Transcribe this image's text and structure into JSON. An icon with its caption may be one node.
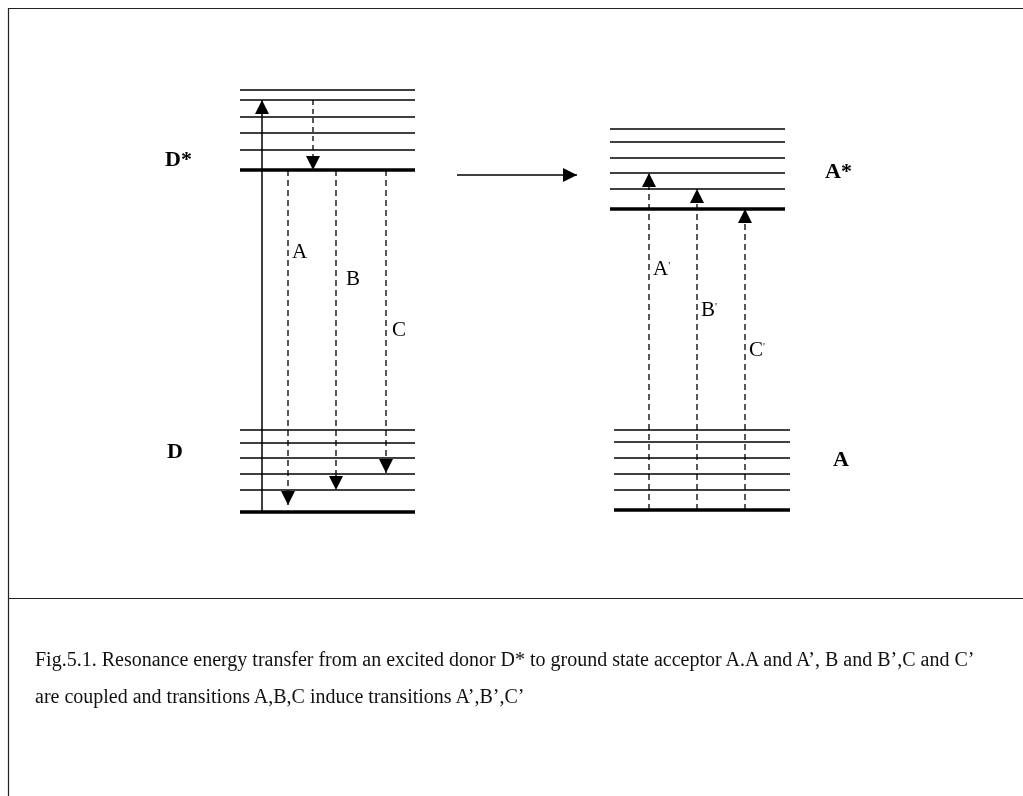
{
  "diagram": {
    "caption": "Fig.5.1. Resonance energy transfer from an excited donor D* to ground state acceptor A.A and A’, B and B’,C and C’ are coupled and transitions A,B,C induce transitions A’,B’,C’",
    "nodes": [
      {
        "text": [
          "D*"
        ]
      },
      {
        "text": [
          "D"
        ]
      },
      {
        "text": [
          "A*"
        ]
      },
      {
        "text": [
          "A"
        ]
      }
    ],
    "edges": [
      {
        "from": 1,
        "to": 0,
        "arrow": "to"
      },
      {
        "from": 0,
        "to": 1,
        "arrow": "to",
        "label": "A",
        "style": "dashed"
      },
      {
        "from": 0,
        "to": 1,
        "arrow": "to",
        "label": "B",
        "style": "dashed"
      },
      {
        "from": 0,
        "to": 1,
        "arrow": "to",
        "label": "C",
        "style": "dashed"
      },
      {
        "from": 0,
        "to": 2,
        "arrow": "to"
      },
      {
        "from": 3,
        "to": 2,
        "arrow": "to",
        "label": "A$^{'}$",
        "style": "dashed"
      },
      {
        "from": 3,
        "to": 2,
        "arrow": "to",
        "label": "B$^{'}$",
        "style": "dashed"
      },
      {
        "from": 3,
        "to": 2,
        "arrow": "to",
        "label": "C$^{'}$",
        "style": "dashed"
      }
    ]
  }
}
